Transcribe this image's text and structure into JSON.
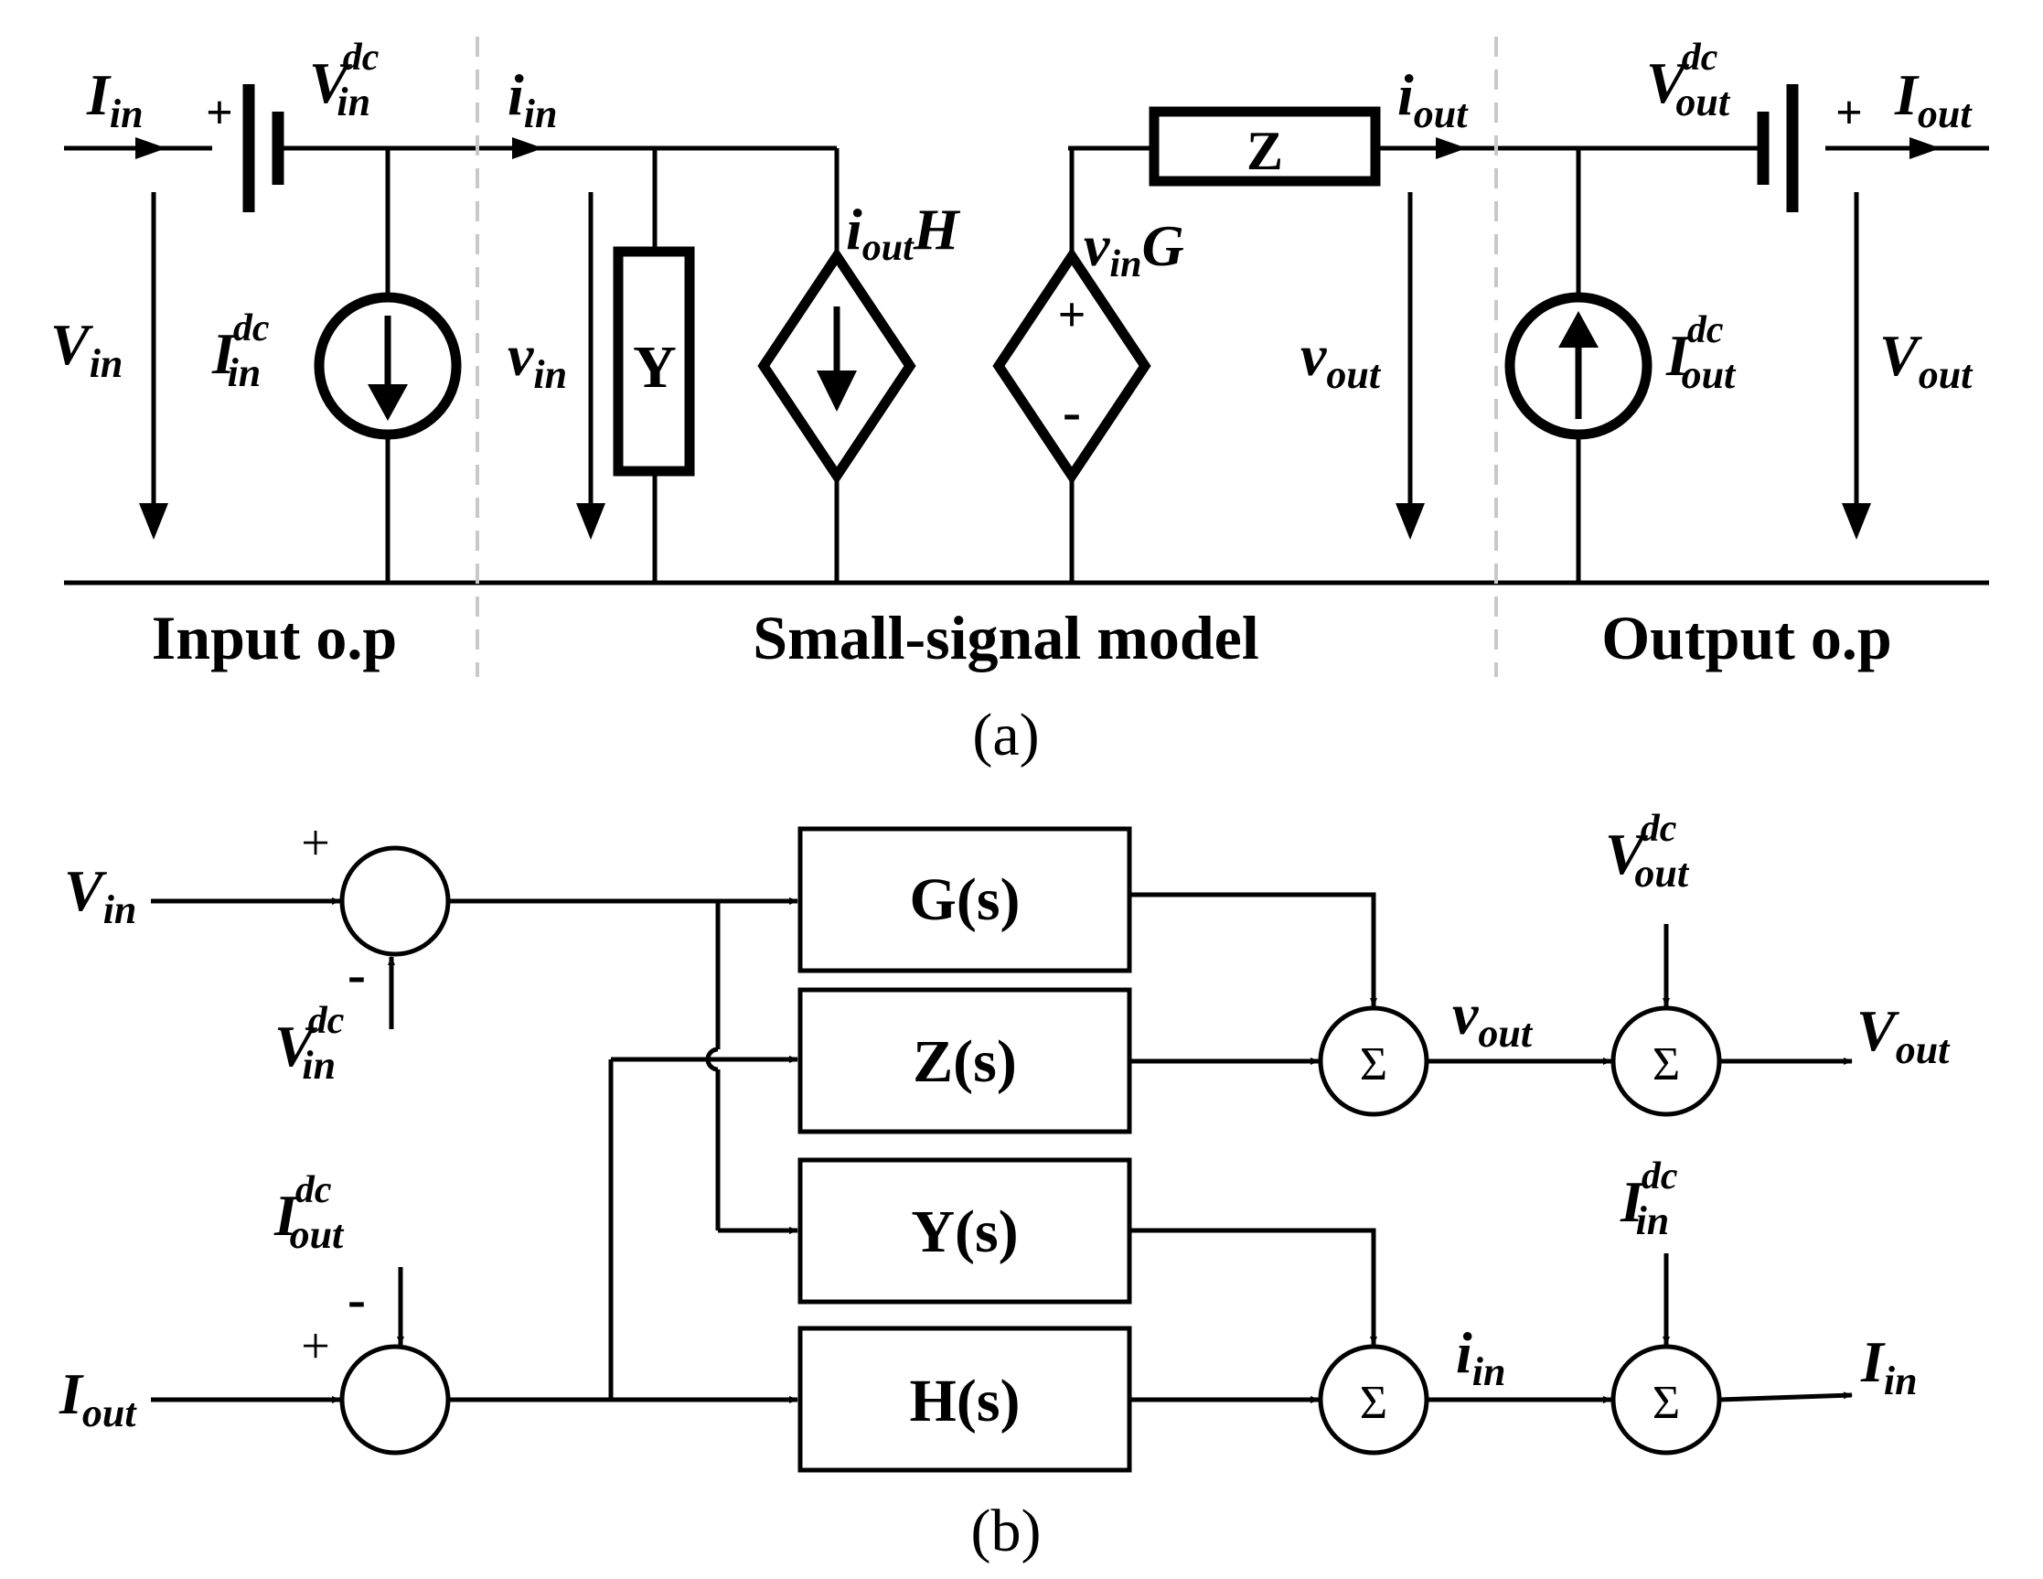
{
  "panel_a": {
    "caption": "(a)",
    "sections": {
      "input": "Input o.p",
      "model": "Small-signal model",
      "output": "Output o.p"
    },
    "labels": {
      "I_in": {
        "base": "I",
        "sub": "in"
      },
      "V_in_dc": {
        "base": "V",
        "sub": "in",
        "sup": "dc"
      },
      "i_in": {
        "base": "i",
        "sub": "in"
      },
      "V_in": {
        "base": "V",
        "sub": "in"
      },
      "I_in_dc": {
        "base": "I",
        "sub": "in",
        "sup": "dc"
      },
      "v_in": {
        "base": "v",
        "sub": "in"
      },
      "Y": "Y",
      "i_out_H": {
        "base": "i",
        "sub": "out",
        "suffix": "H"
      },
      "v_in_G": {
        "base": "v",
        "sub": "in",
        "suffix": "G"
      },
      "Z": "Z",
      "i_out": {
        "base": "i",
        "sub": "out"
      },
      "v_out": {
        "base": "v",
        "sub": "out"
      },
      "V_out_dc": {
        "base": "V",
        "sub": "out",
        "sup": "dc"
      },
      "I_out": {
        "base": "I",
        "sub": "out"
      },
      "I_out_dc": {
        "base": "I",
        "sub": "out",
        "sup": "dc"
      },
      "V_out": {
        "base": "V",
        "sub": "out"
      },
      "plus": "+",
      "minus": "-"
    }
  },
  "panel_b": {
    "caption": "(b)",
    "blocks": [
      "G(s)",
      "Z(s)",
      "Y(s)",
      "H(s)"
    ],
    "sum_symbol": "Σ",
    "plus": "+",
    "minus": "-",
    "labels": {
      "V_in": {
        "base": "V",
        "sub": "in"
      },
      "V_in_dc": {
        "base": "V",
        "sub": "in",
        "sup": "dc"
      },
      "I_out_dc": {
        "base": "I",
        "sub": "out",
        "sup": "dc"
      },
      "I_out": {
        "base": "I",
        "sub": "out"
      },
      "v_out": {
        "base": "v",
        "sub": "out"
      },
      "V_out_dc": {
        "base": "V",
        "sub": "out",
        "sup": "dc"
      },
      "V_out": {
        "base": "V",
        "sub": "out"
      },
      "i_in": {
        "base": "i",
        "sub": "in"
      },
      "I_in_dc": {
        "base": "I",
        "sub": "in",
        "sup": "dc"
      },
      "I_in": {
        "base": "I",
        "sub": "in"
      }
    }
  }
}
